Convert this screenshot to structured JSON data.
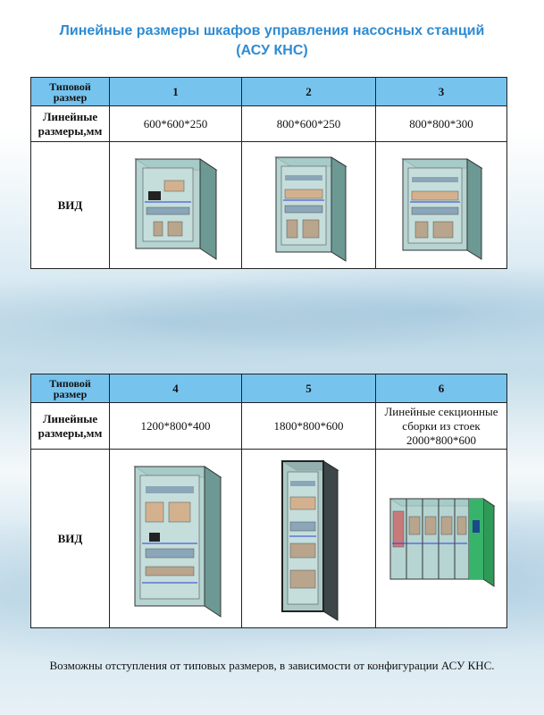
{
  "title_line1": "Линейные размеры шкафов управления насосных станций",
  "title_line2": "(АСУ КНС)",
  "row_labels": {
    "type": "Типовой размер",
    "dims": "Линейные размеры,мм",
    "view": "ВИД"
  },
  "table1": {
    "cols": [
      {
        "num": "1",
        "dims": "600*600*250",
        "icon": "cabinet-small-icon"
      },
      {
        "num": "2",
        "dims": "800*600*250",
        "icon": "cabinet-medium-icon"
      },
      {
        "num": "3",
        "dims": "800*800*300",
        "icon": "cabinet-wide-icon"
      }
    ]
  },
  "table2": {
    "cols": [
      {
        "num": "4",
        "dims": "1200*800*400",
        "icon": "cabinet-large-icon"
      },
      {
        "num": "5",
        "dims": "1800*800*600",
        "icon": "cabinet-floor-icon"
      },
      {
        "num": "6",
        "dims": "Линейные секционные сборки из стоек 2000*800*600",
        "icon": "cabinet-sections-icon"
      }
    ]
  },
  "footer": "Возможны отступления от типовых размеров, в зависимости от конфигурации АСУ КНС.",
  "colors": {
    "title": "#2f8bd1",
    "header_fill": "#76c3ee",
    "cabinet": "#7fa9a4"
  }
}
